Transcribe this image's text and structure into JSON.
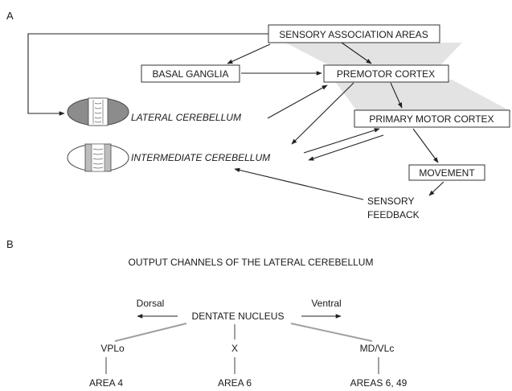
{
  "panel_a": {
    "letter": "A",
    "boxes": {
      "sensory_association": "SENSORY ASSOCIATION AREAS",
      "basal_ganglia": "BASAL GANGLIA",
      "premotor_cortex": "PREMOTOR CORTEX",
      "primary_motor_cortex": "PRIMARY MOTOR CORTEX",
      "movement": "MOVEMENT"
    },
    "labels": {
      "lateral_cerebellum": "LATERAL CEREBELLUM",
      "intermediate_cerebellum": "INTERMEDIATE CEREBELLUM",
      "sensory_feedback_line1": "SENSORY",
      "sensory_feedback_line2": "FEEDBACK"
    },
    "colors": {
      "shading": "#e3e3e3",
      "lateral_fill": "#8c8c8c",
      "intermediate_fill": "#bdbdbd"
    }
  },
  "panel_b": {
    "letter": "B",
    "title": "OUTPUT CHANNELS OF THE LATERAL CEREBELLUM",
    "root": "DENTATE NUCLEUS",
    "left_direction": "Dorsal",
    "right_direction": "Ventral",
    "channels": [
      {
        "relay": "VPLo",
        "target": "AREA 4"
      },
      {
        "relay": "X",
        "target": "AREA 6"
      },
      {
        "relay": "MD/VLc",
        "target": "AREAS 6, 49"
      }
    ]
  }
}
